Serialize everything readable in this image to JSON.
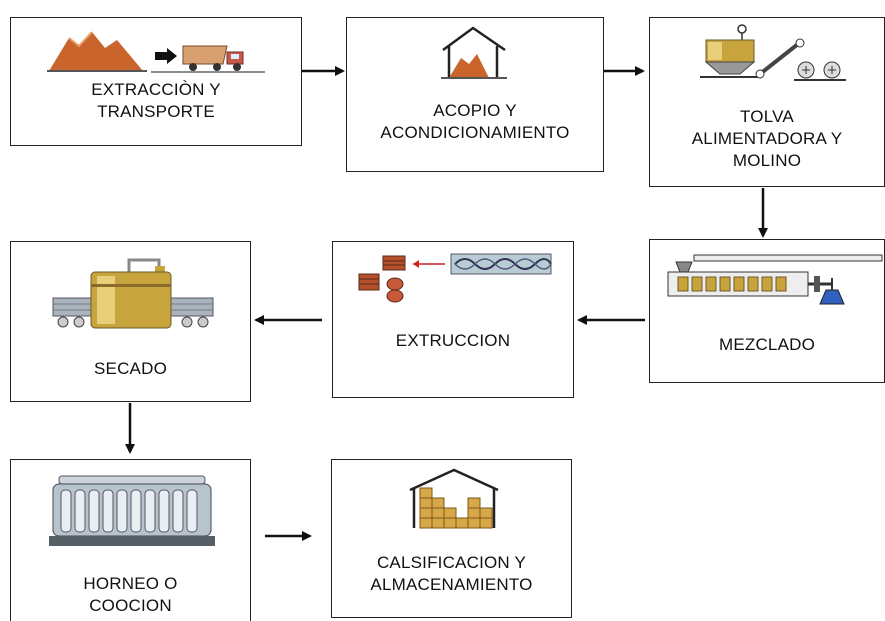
{
  "steps": {
    "extraccion": {
      "line1": "EXTRACCIÒN Y",
      "line2": "TRANSPORTE"
    },
    "acopio": {
      "line1": "ACOPIO Y",
      "line2": "ACONDICIONAMIENTO"
    },
    "tolva": {
      "line1": "TOLVA",
      "line2": "ALIMENTADORA Y",
      "line3": "MOLINO"
    },
    "mezclado": {
      "line1": "MEZCLADO"
    },
    "extruccion": {
      "line1": "EXTRUCCION"
    },
    "secado": {
      "line1": "SECADO"
    },
    "horneo": {
      "line1": "HORNEO  O",
      "line2": "COOCION"
    },
    "calsificacion": {
      "line1": "CALSIFICACION Y",
      "line2": "ALMACENAMIENTO"
    }
  },
  "icons": {
    "extraccion": "mound-and-dump-truck-icon",
    "acopio": "storage-shed-icon",
    "tolva": "hopper-mill-icon",
    "mezclado": "mixer-icon",
    "extruccion": "extruder-bricks-icon",
    "secado": "dryer-icon",
    "horneo": "kiln-icon",
    "calsificacion": "warehouse-bricks-icon"
  },
  "colors": {
    "clay": "#c8642c",
    "gold": "#c8a43c",
    "steel": "#9aa8b4",
    "brick": "#b4502a"
  }
}
